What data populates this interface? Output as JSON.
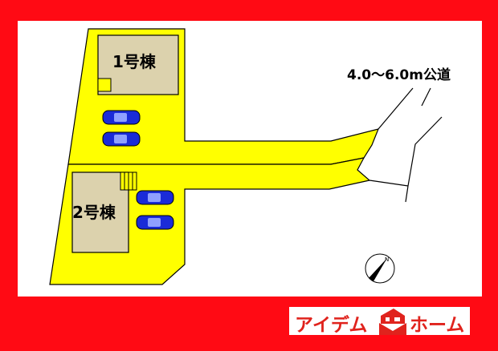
{
  "plan": {
    "building_1_label": "1号棟",
    "building_2_label": "2号棟",
    "road_label": "4.0〜6.0m公道",
    "compass_label": "N"
  },
  "logo": {
    "text_left": "アイデム",
    "text_right": "ホーム"
  },
  "colors": {
    "frame": "#ff0a14",
    "lot": "#ffff00",
    "building": "#dcd2ad",
    "car": "#1a2bd8"
  }
}
